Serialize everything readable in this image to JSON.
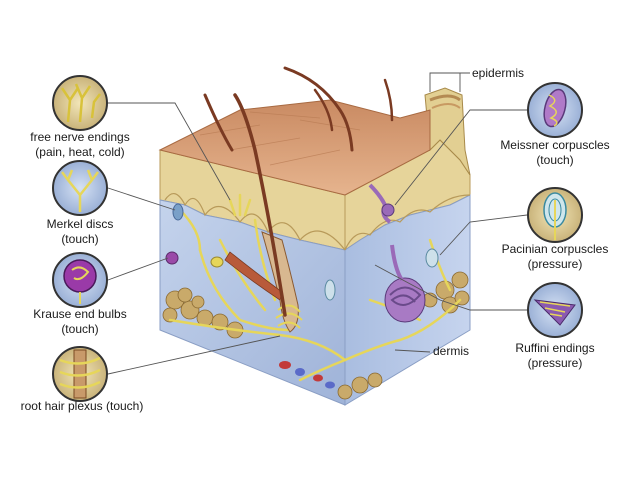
{
  "labels": {
    "epidermis": "epidermis",
    "dermis": "dermis",
    "free_nerve_endings": {
      "line1": "free nerve endings",
      "line2": "(pain, heat, cold)"
    },
    "merkel_discs": {
      "line1": "Merkel discs",
      "line2": "(touch)"
    },
    "krause_end_bulbs": {
      "line1": "Krause end bulbs",
      "line2": "(touch)"
    },
    "root_hair_plexus": {
      "line1": "root hair plexus (touch)"
    },
    "meissner_corpuscles": {
      "line1": "Meissner corpuscles",
      "line2": "(touch)"
    },
    "pacinian_corpuscles": {
      "line1": "Pacinian corpuscles",
      "line2": "(pressure)"
    },
    "ruffini_endings": {
      "line1": "Ruffini endings",
      "line2": "(pressure)"
    }
  },
  "colors": {
    "skin_top": "#d8a07a",
    "epidermis": "#e8d59c",
    "dermis": "#b8c8e4",
    "nerve": "#e8d85a",
    "hair": "#7a3a22",
    "fat": "#c8a868",
    "corpuscle_purple": "#9a6ab8"
  }
}
